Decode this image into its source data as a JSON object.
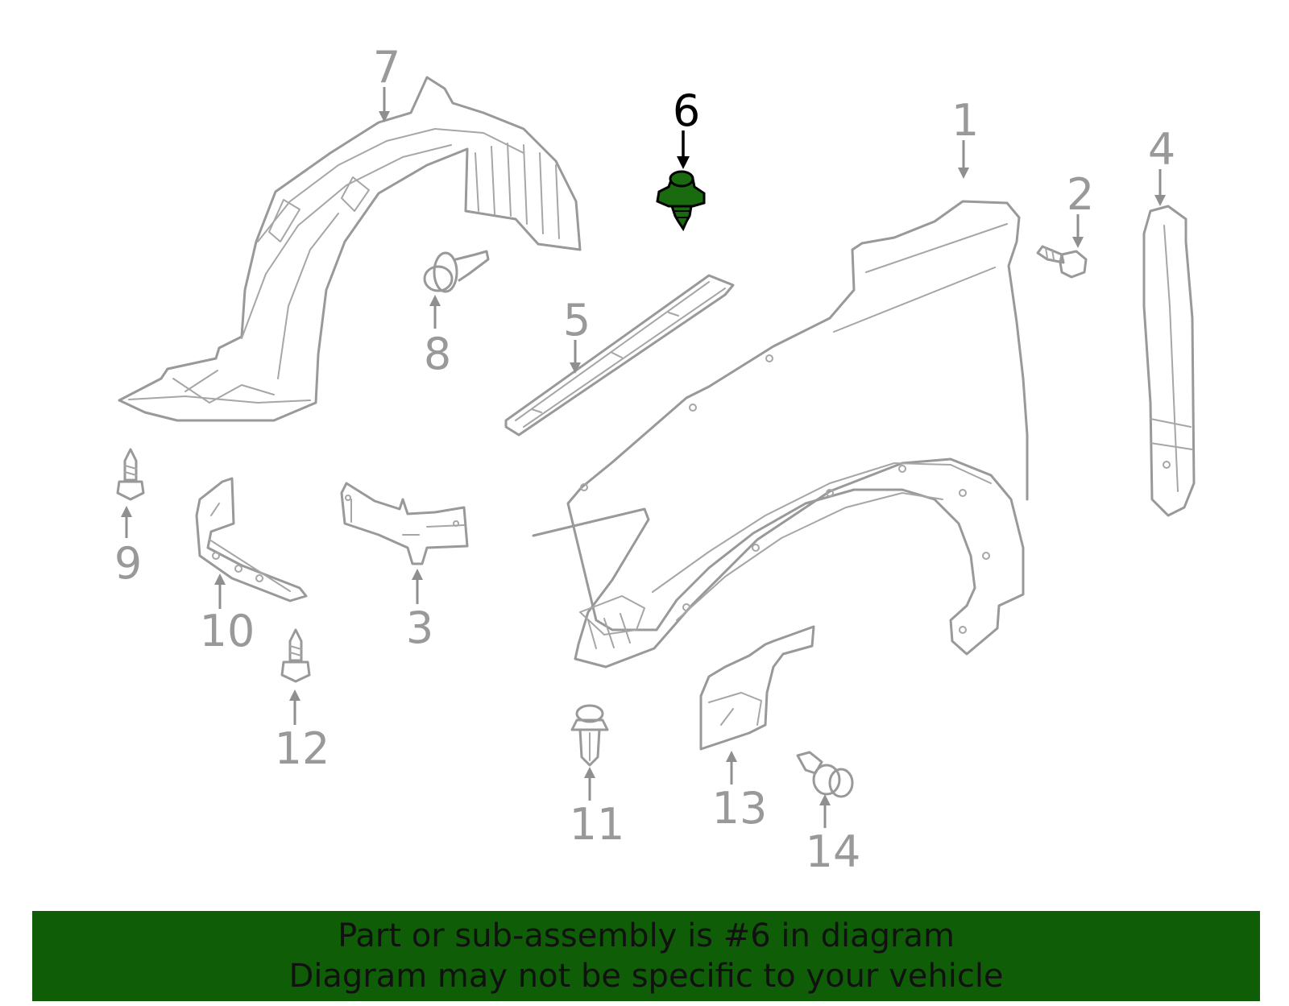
{
  "diagram": {
    "highlight_color": "#1a6b10",
    "callouts": [
      {
        "number": "1",
        "part": "fender"
      },
      {
        "number": "2",
        "part": "bolt"
      },
      {
        "number": "3",
        "part": "bracket"
      },
      {
        "number": "4",
        "part": "seal"
      },
      {
        "number": "5",
        "part": "rail"
      },
      {
        "number": "6",
        "part": "grommet-screw",
        "highlighted": true
      },
      {
        "number": "7",
        "part": "fender-liner"
      },
      {
        "number": "8",
        "part": "push-clip"
      },
      {
        "number": "9",
        "part": "screw"
      },
      {
        "number": "10",
        "part": "bracket"
      },
      {
        "number": "11",
        "part": "push-clip"
      },
      {
        "number": "12",
        "part": "screw"
      },
      {
        "number": "13",
        "part": "splash-shield"
      },
      {
        "number": "14",
        "part": "clip"
      }
    ]
  },
  "banner": {
    "line1": "Part or sub-assembly is #6 in diagram",
    "line2": "Diagram may not be specific to your vehicle",
    "background": "#0f5e07"
  }
}
